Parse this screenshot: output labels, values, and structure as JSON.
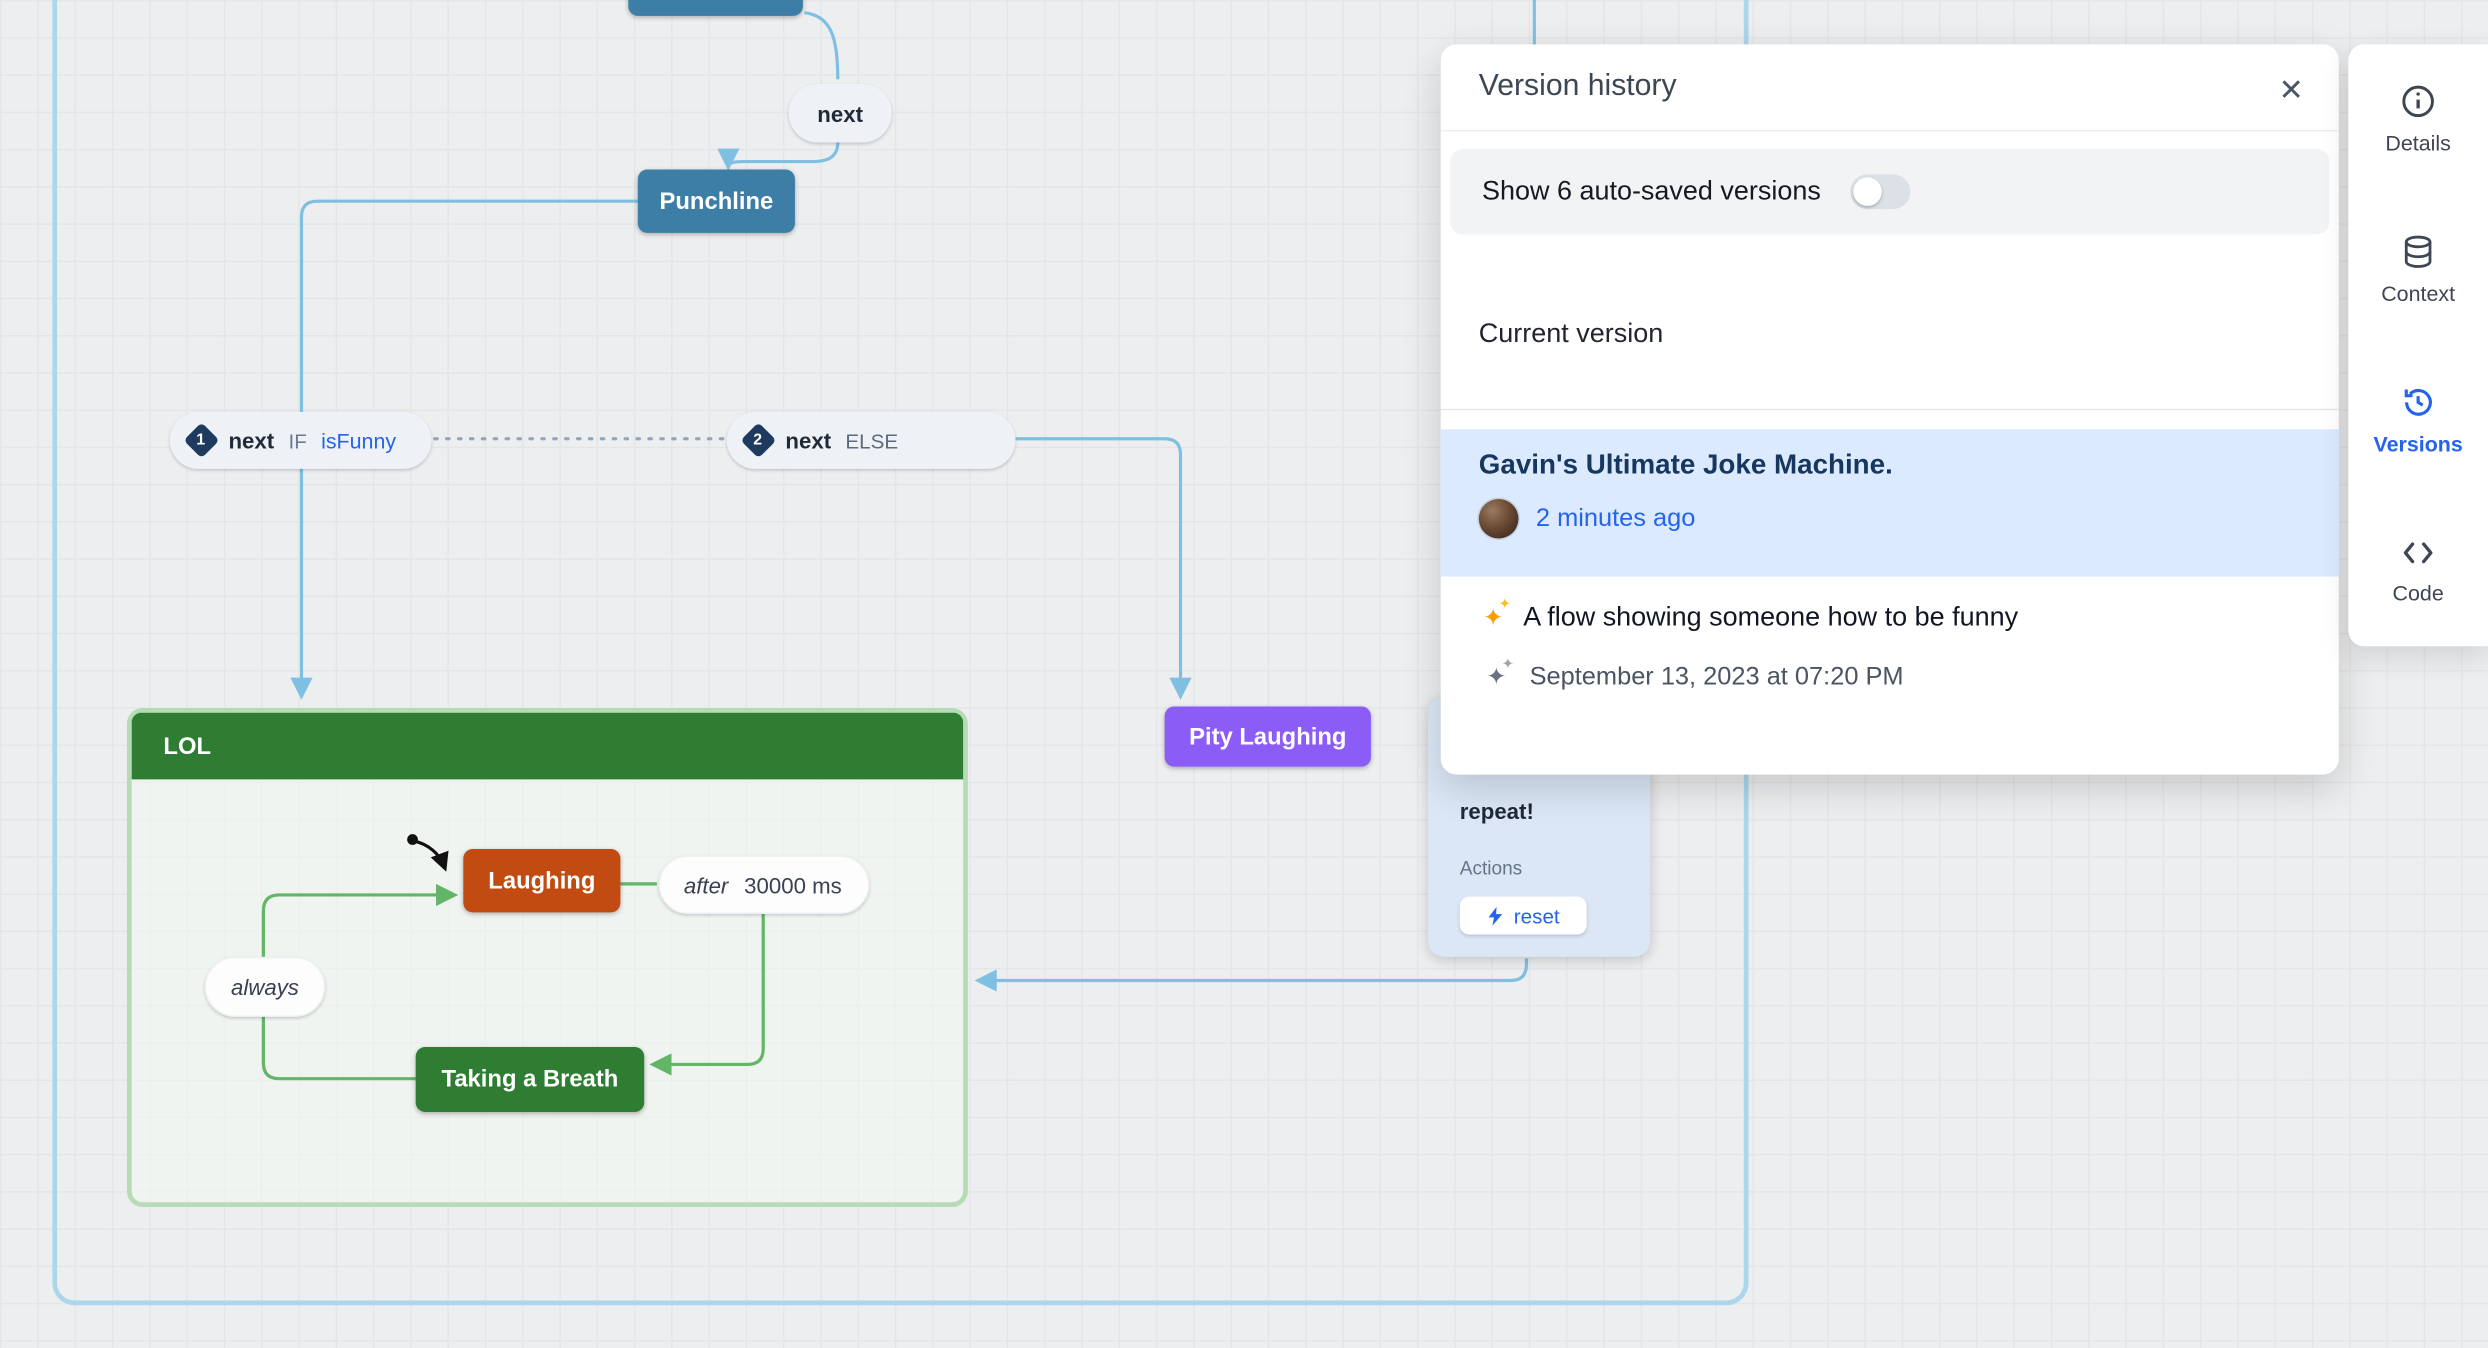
{
  "colors": {
    "accent_blue": "#2563eb",
    "edge_blue": "#7fc0e2",
    "edge_green": "#63b568",
    "node_blue": "#3d7ea6",
    "node_purple": "#8b5cf6",
    "node_orange": "#c14b10",
    "node_green": "#2e7d32",
    "group_border": "#b6dcb6",
    "machine_border": "#abd6ec",
    "selected_row_bg": "#dbeafe"
  },
  "canvas": {
    "nodes": {
      "punchline": {
        "label": "Punchline"
      },
      "pity_laughing": {
        "label": "Pity Laughing"
      },
      "lol_group": {
        "label": "LOL"
      },
      "laughing": {
        "label": "Laughing"
      },
      "taking_a_breath": {
        "label": "Taking a Breath"
      }
    },
    "transitions": {
      "next_pill": {
        "label": "next"
      },
      "is_funny": {
        "order": "1",
        "event": "next",
        "keyword": "IF",
        "guard": "isFunny"
      },
      "else_branch": {
        "order": "2",
        "event": "next",
        "keyword": "ELSE"
      },
      "after_delay": {
        "keyword": "after",
        "delay": "30000 ms"
      },
      "always": {
        "label": "always"
      }
    },
    "repeat_card": {
      "event": "repeat!",
      "actions_label": "Actions",
      "action_label": "reset"
    }
  },
  "version_panel": {
    "title": "Version history",
    "close_icon": "✕",
    "autosave_label": "Show 6 auto-saved versions",
    "current_version_heading": "Current version",
    "selected_version": {
      "title": "Gavin's Ultimate Joke Machine.",
      "time_ago": "2 minutes ago"
    },
    "ai_version": {
      "title": "A flow showing someone how to be funny",
      "timestamp": "September 13, 2023 at 07:20 PM"
    }
  },
  "sidebar": {
    "items": [
      {
        "label": "Details"
      },
      {
        "label": "Context"
      },
      {
        "label": "Versions",
        "active": true
      },
      {
        "label": "Code"
      }
    ]
  },
  "icons": {
    "sparkle": "✦"
  }
}
